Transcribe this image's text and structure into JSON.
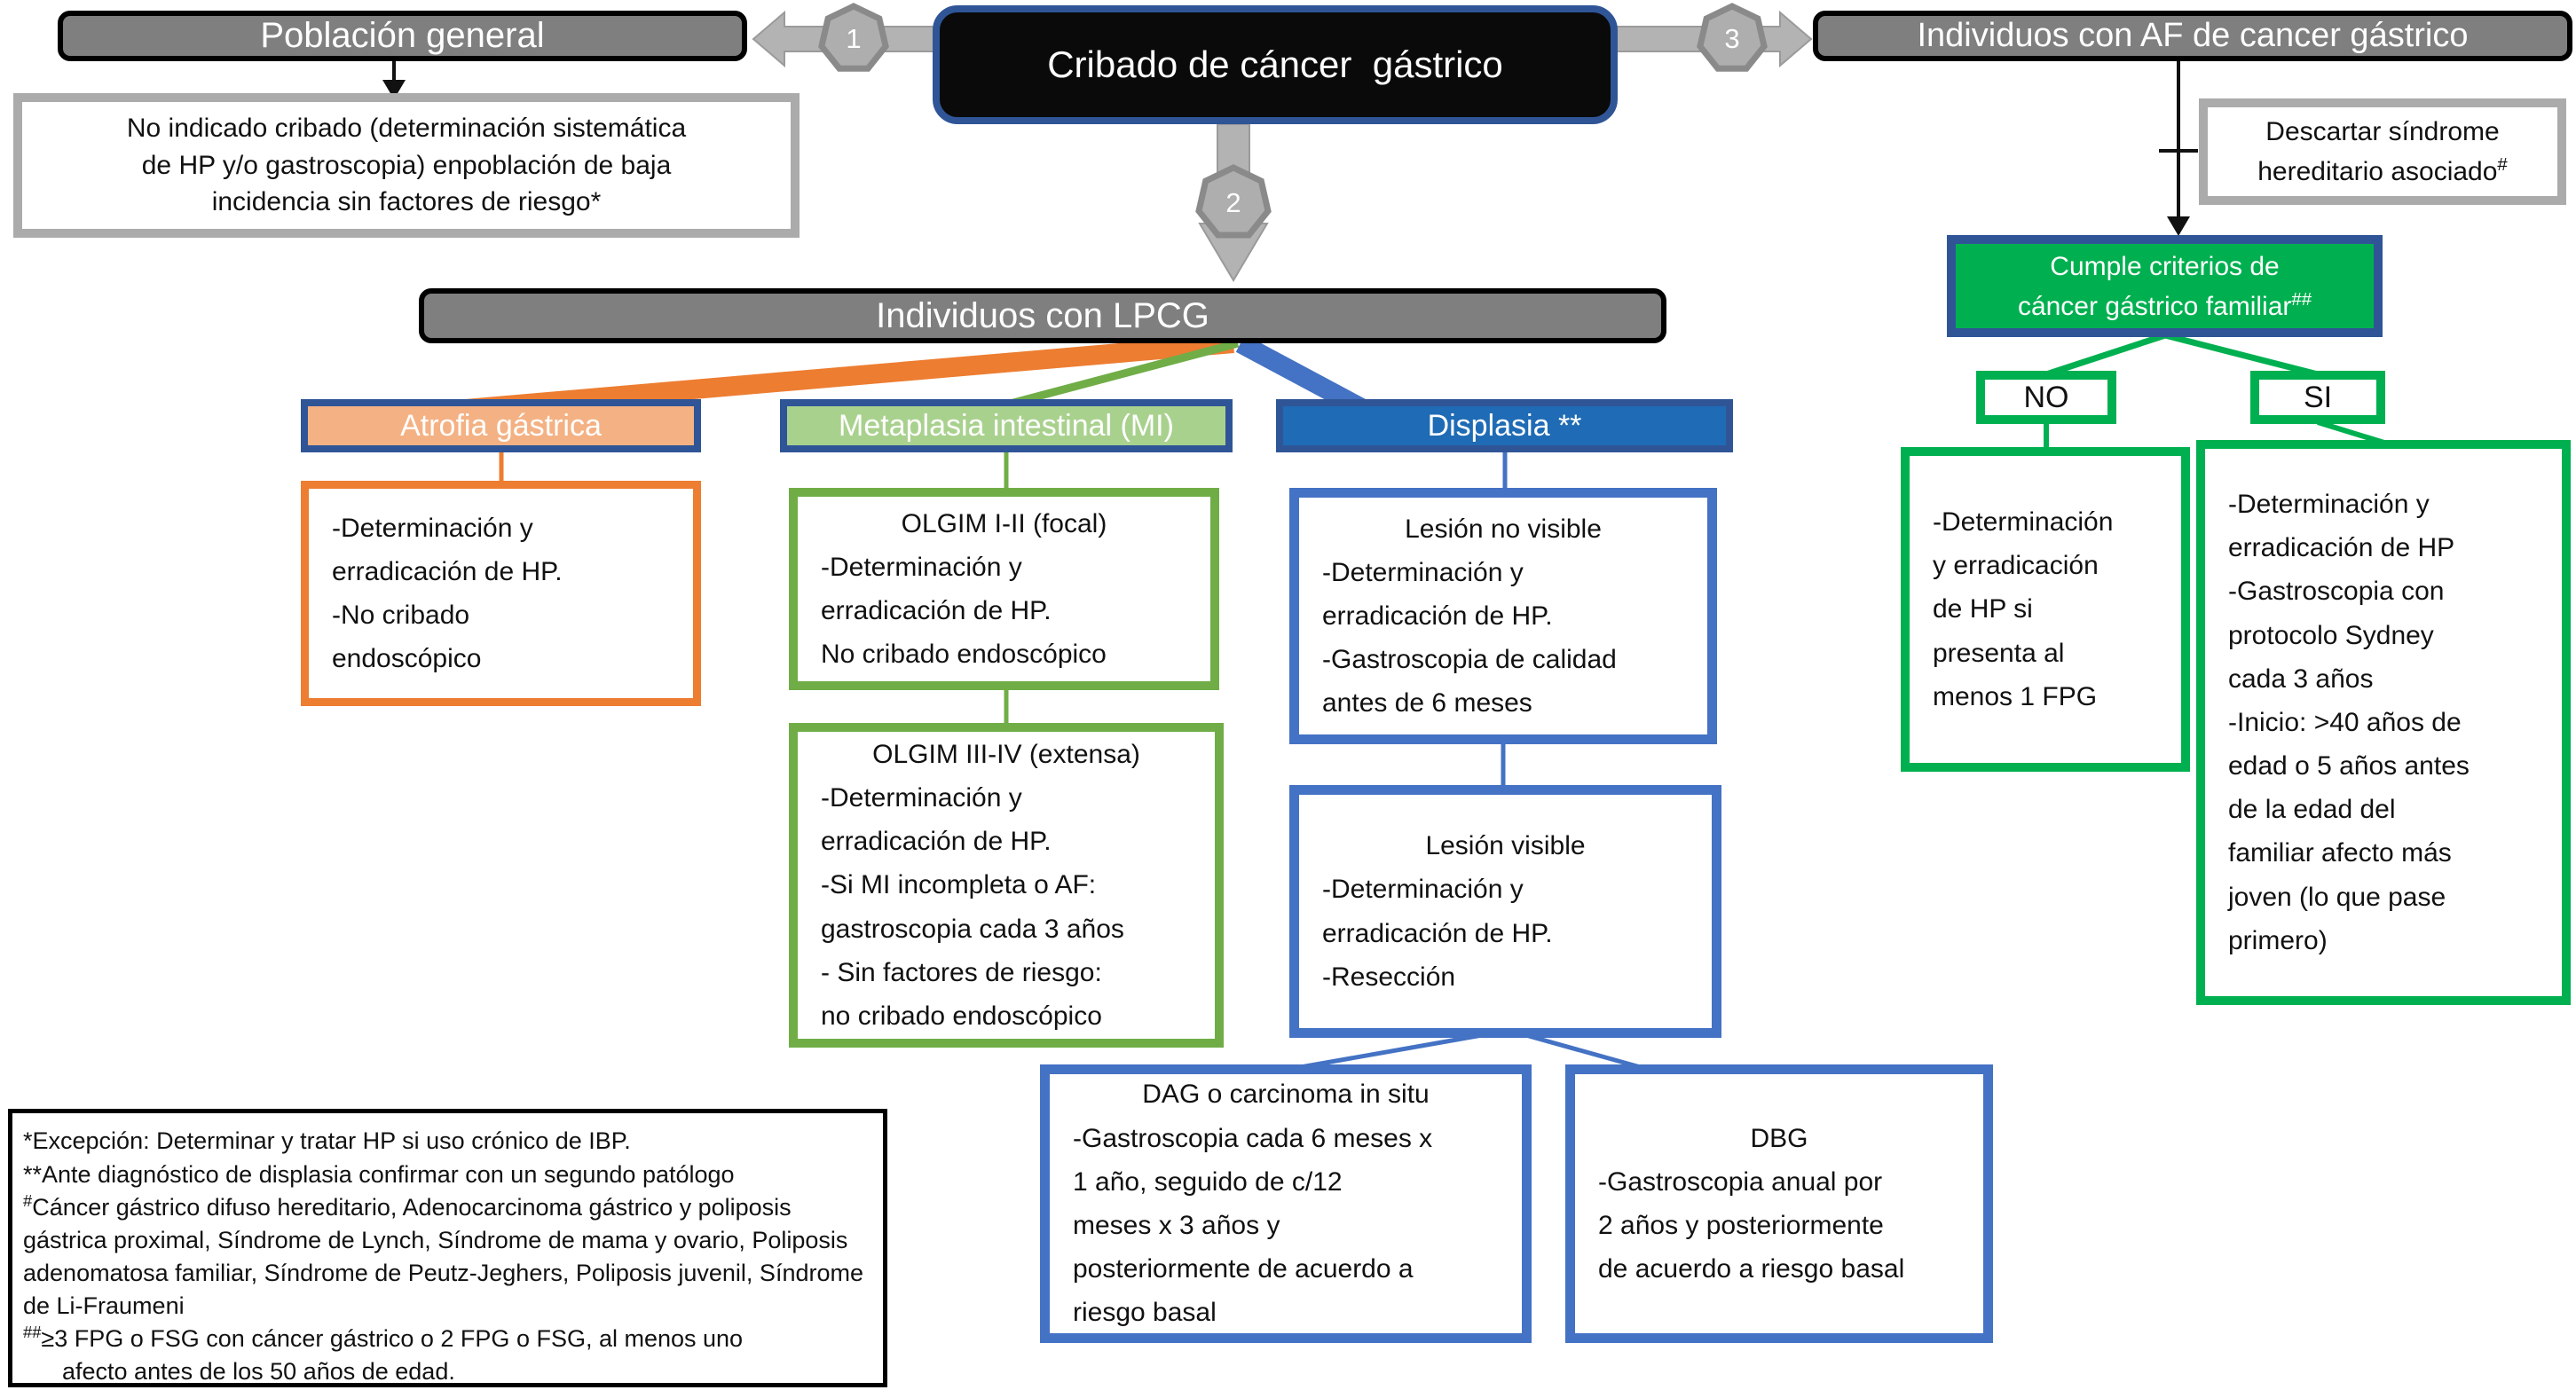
{
  "palette": {
    "gray_bar_fill": "#7F7F7F",
    "black_box_fill": "#0A0A0A",
    "navy_border": "#2F5597",
    "orange": "#ED7D31",
    "orange_header_fill": "#F4B183",
    "green": "#70AD47",
    "green_header_fill": "#A9D18E",
    "displasia_header_fill": "#1F6BB5",
    "blue_connector": "#4472C4",
    "bright_green": "#00B050",
    "gray_border": "#ABABAB",
    "arrow_gray": "#B3B3B3"
  },
  "badges": {
    "step1": "1",
    "step2": "2",
    "step3": "3"
  },
  "top": {
    "poblacion_general": "Población general",
    "cribado_title": "Cribado de cáncer  gástrico",
    "individuos_af": "Individuos con AF de cancer gástrico",
    "no_indicado_lines": [
      "No indicado cribado (determinación sistemática",
      "de HP y/o gastroscopia) enpoblación de baja",
      "incidencia sin factores de riesgo*"
    ]
  },
  "lpcg_title": "Individuos con LPCG",
  "headers": {
    "atrofia": "Atrofia gástrica",
    "metaplasia": "Metaplasia intestinal (MI)",
    "displasia": "Displasia **"
  },
  "boxes": {
    "atrofia": {
      "lines": [
        "-Determinación y",
        "erradicación de HP.",
        "-No cribado",
        "endoscópico"
      ]
    },
    "olgim_focal": {
      "title": "OLGIM I-II (focal)",
      "lines": [
        "-Determinación y",
        "erradicación de HP.",
        "No cribado endoscópico"
      ]
    },
    "olgim_extensa": {
      "title": "OLGIM III-IV (extensa)",
      "lines": [
        "-Determinación y",
        "erradicación de HP.",
        "-Si MI incompleta o AF:",
        "gastroscopia cada 3 años",
        "- Sin factores de riesgo:",
        "no cribado endoscópico"
      ]
    },
    "lesion_no_visible": {
      "title": "Lesión no visible",
      "lines": [
        "-Determinación y",
        "erradicación de HP.",
        "-Gastroscopia de calidad",
        "antes de 6 meses"
      ]
    },
    "lesion_visible": {
      "title": "Lesión visible",
      "lines": [
        "-Determinación y",
        "erradicación de HP.",
        "-Resección"
      ]
    },
    "dag": {
      "title": "DAG o carcinoma in situ",
      "lines": [
        "-Gastroscopia cada 6 meses x",
        "1 año, seguido de c/12",
        "meses x 3 años y",
        "posteriormente de acuerdo a",
        "riesgo basal"
      ]
    },
    "dbg": {
      "title": "DBG",
      "lines": [
        "-Gastroscopia anual por",
        "2 años y posteriormente",
        "de acuerdo a riesgo basal"
      ]
    }
  },
  "right": {
    "descartar_line1": "Descartar síndrome",
    "descartar_line2": "hereditario asociado",
    "descartar_sup": "#",
    "cumple_line1": "Cumple criterios de",
    "cumple_line2": "cáncer gástrico familiar",
    "cumple_sup": "##",
    "no_label": "NO",
    "si_label": "SI",
    "no_box_lines": [
      "-Determinación",
      "y erradicación",
      "de HP si",
      "presenta al",
      "menos 1 FPG"
    ],
    "si_box_lines": [
      "-Determinación y",
      "erradicación de HP",
      "-Gastroscopia con",
      "protocolo Sydney",
      "cada 3 años",
      "-Inicio: >40 años de",
      "edad o 5 años antes",
      "de la edad del",
      "familiar afecto más",
      "joven (lo que pase",
      "primero)"
    ]
  },
  "footnote": {
    "entries": [
      {
        "sup": "",
        "text": "*Excepción: Determinar y tratar HP si uso crónico de IBP."
      },
      {
        "sup": "",
        "text": "**Ante diagnóstico de displasia confirmar con un segundo patólogo"
      },
      {
        "sup": "#",
        "text": "Cáncer gástrico difuso hereditario, Adenocarcinoma gástrico y poliposis gástrica proximal, Síndrome de Lynch, Síndrome de mama y ovario, Poliposis adenomatosa familiar, Síndrome de Peutz-Jeghers, Poliposis juvenil, Síndrome de Li-Fraumeni"
      },
      {
        "sup": "##",
        "text": "≥3 FPG o FSG con cáncer gástrico o 2 FPG o FSG, al menos uno"
      },
      {
        "sup": "",
        "text": "afecto antes de los 50 años de edad."
      }
    ]
  }
}
